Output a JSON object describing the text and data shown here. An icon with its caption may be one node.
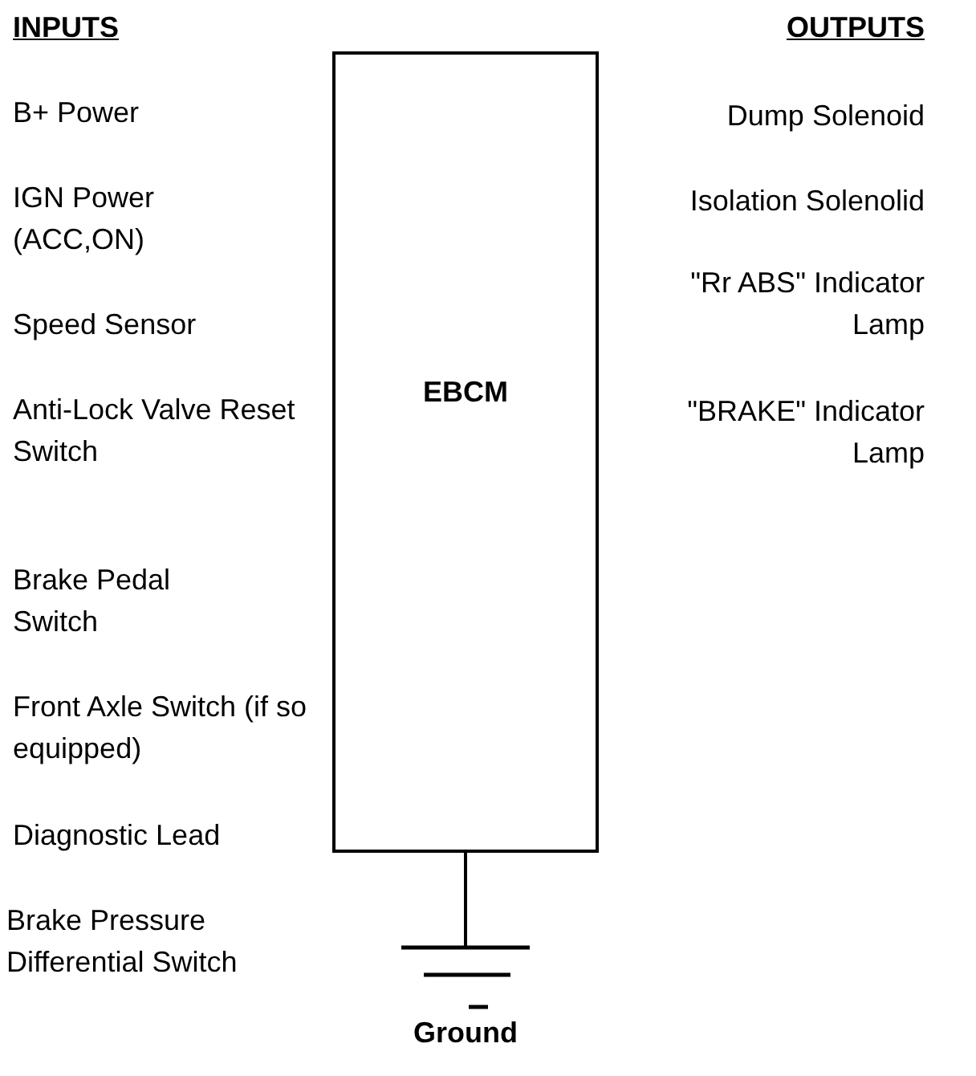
{
  "diagram": {
    "nodes": [
      {
        "text": [
          "EBCM"
        ]
      },
      {
        "text": [
          "Ground"
        ]
      }
    ],
    "edges": [
      {
        "from": 0,
        "to": 1,
        "arrow": "none"
      }
    ],
    "labels": [
      "INPUTS",
      "OUTPUTS",
      "B+ Power",
      "Dump Solenoid",
      "IGN Power (ACC,ON)",
      "Isolation Solenolid",
      "Speed Sensor",
      "\"Rr ABS\" Indicator Lamp",
      "Anti-Lock Valve Reset Switch",
      "\"BRAKE\" Indicator Lamp",
      "Brake Pedal Switch",
      "Front Axle Switch (if so equipped)",
      "Diagnostic Lead",
      "Brake Pressure Differential Switch"
    ]
  }
}
